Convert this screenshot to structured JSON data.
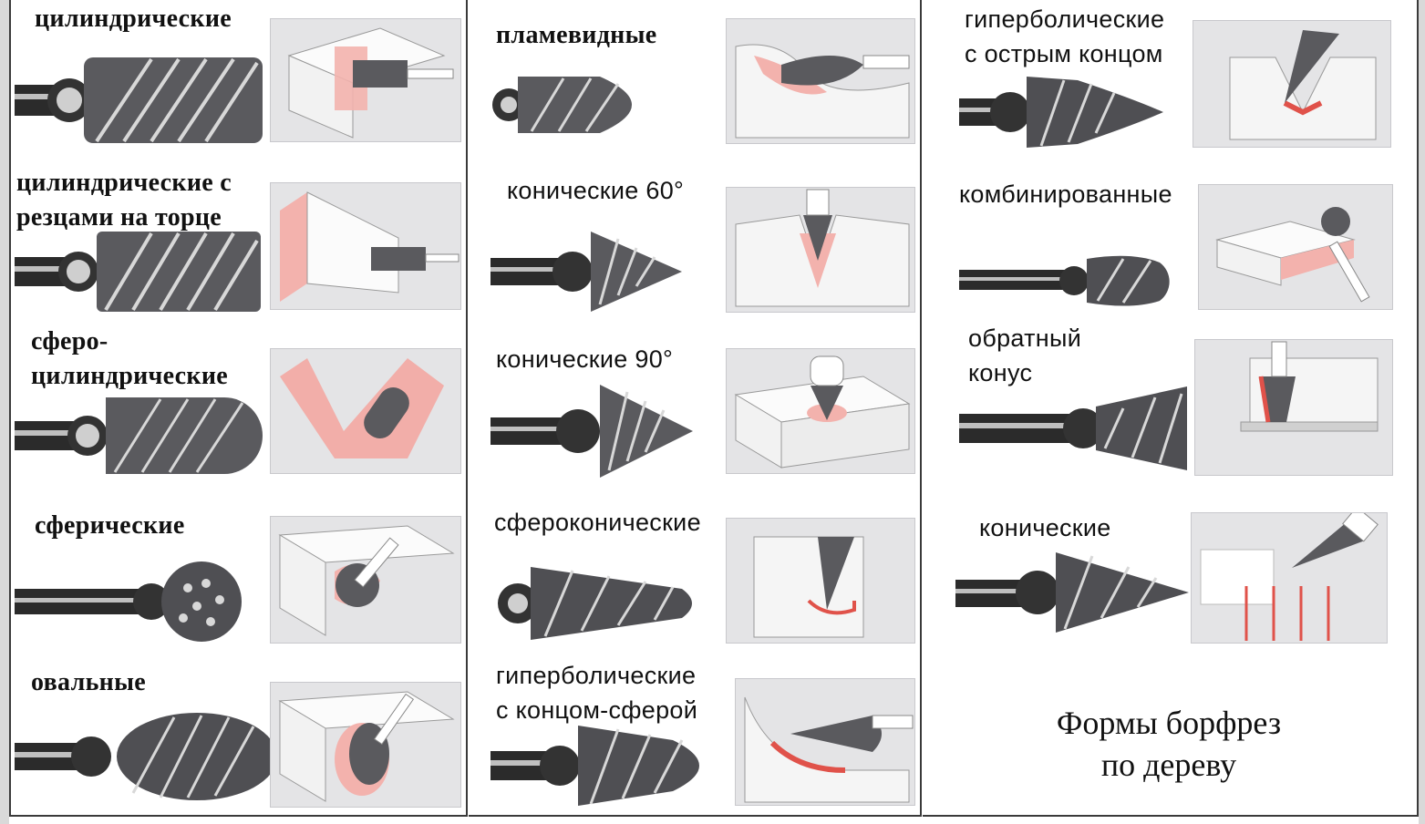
{
  "columns": [
    {
      "items": [
        {
          "label": "цилиндрические",
          "shape": "cylinder"
        },
        {
          "label": "цилиндрические с\nрезцами на торце",
          "shape": "cylinder"
        },
        {
          "label": "сферо-\nцилиндрические",
          "shape": "ball-nose"
        },
        {
          "label": "сферические",
          "shape": "sphere"
        },
        {
          "label": "овальные",
          "shape": "oval"
        }
      ]
    },
    {
      "items": [
        {
          "label": "пламевидные",
          "shape": "flame"
        },
        {
          "label": "конические 60°",
          "shape": "cone60"
        },
        {
          "label": "конические 90°",
          "shape": "cone90"
        },
        {
          "label": "сфероконические",
          "shape": "sphero-cone"
        },
        {
          "label": "гиперболические\nс концом-сферой",
          "shape": "hyper-ball"
        }
      ]
    },
    {
      "items": [
        {
          "label": "гиперболические\nс острым концом",
          "shape": "hyper-point"
        },
        {
          "label": "комбинированные",
          "shape": "combo"
        },
        {
          "label": "обратный\nконус",
          "shape": "inverted-cone"
        },
        {
          "label": "конические",
          "shape": "cone"
        }
      ]
    }
  ],
  "caption": "Формы борфрез\nпо дереву",
  "colors": {
    "accent": "#e0524a",
    "steel": "#6a6a6e",
    "scene": "#e4e4e6"
  }
}
